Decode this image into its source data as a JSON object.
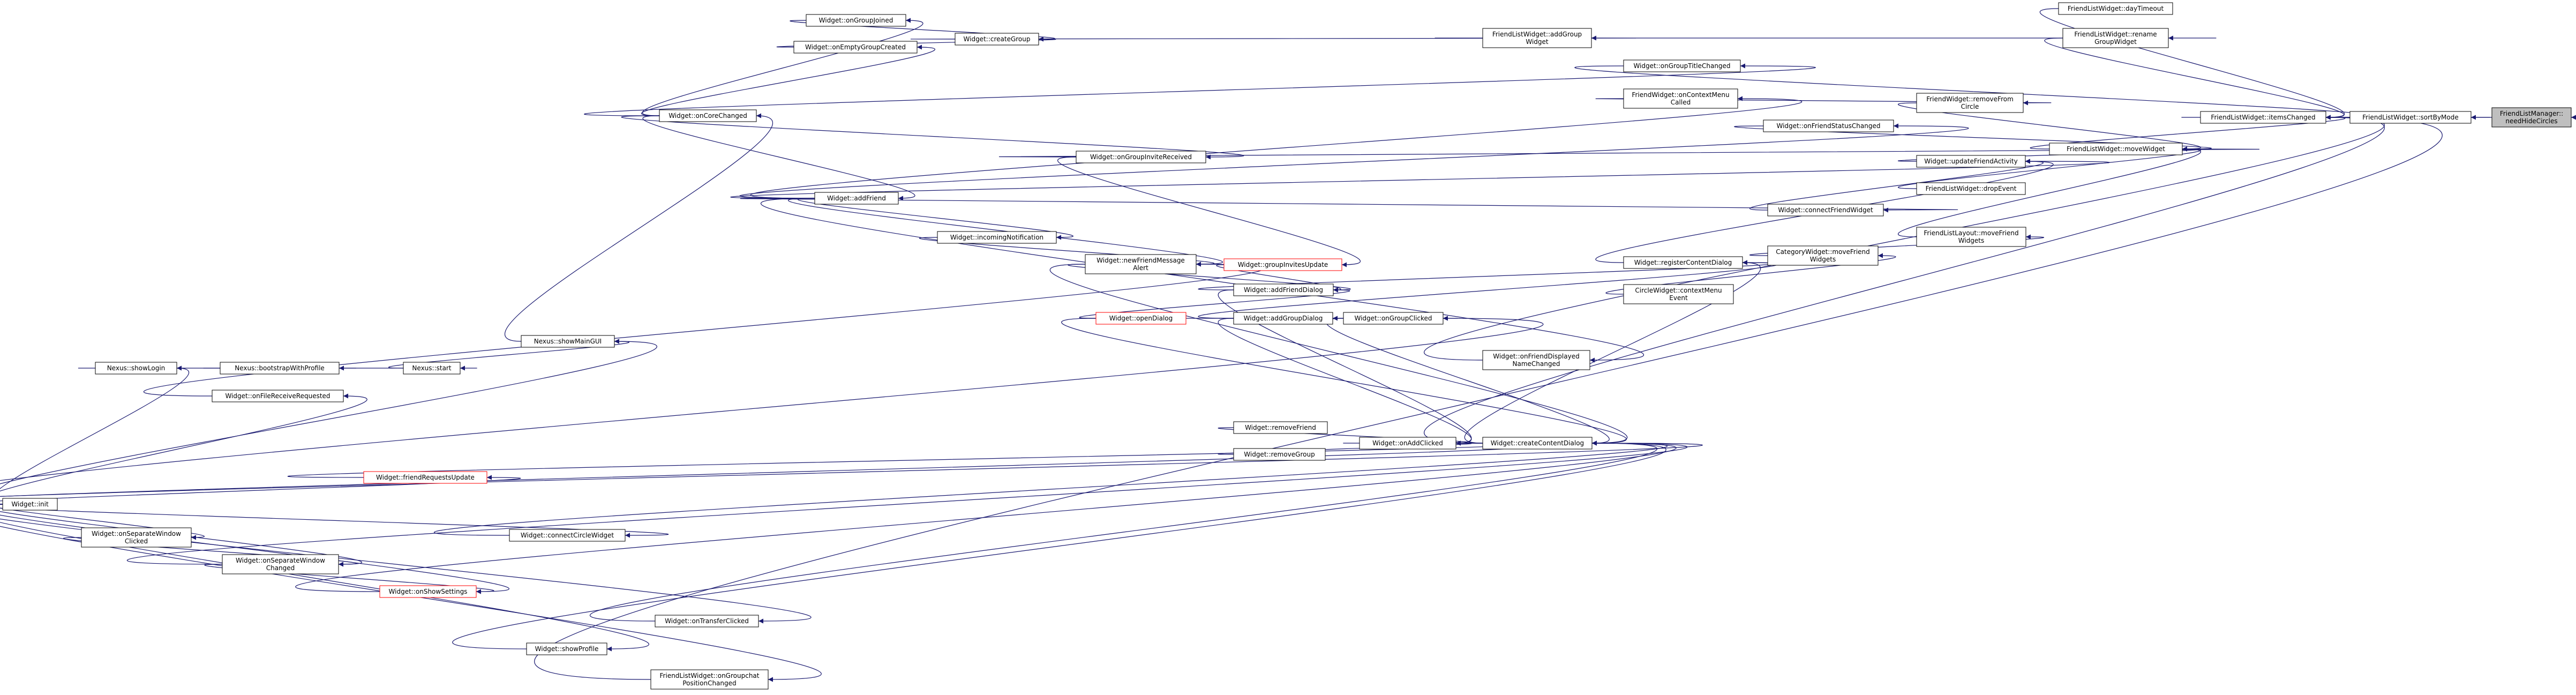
{
  "colors": {
    "edge": "#191970",
    "node_border": "#000000",
    "highlight_border": "#ff0000",
    "root_fill": "#bfbfbf",
    "background": "#ffffff"
  },
  "nodes": [
    {
      "id": "root",
      "lines": [
        "FriendListManager::",
        "needHideCircles"
      ],
      "kind": "root"
    },
    {
      "id": "sortByMode",
      "lines": [
        "FriendListWidget::sortByMode"
      ],
      "kind": "normal"
    },
    {
      "id": "itemsChanged",
      "lines": [
        "FriendListWidget::itemsChanged"
      ],
      "kind": "normal"
    },
    {
      "id": "dayTimeout",
      "lines": [
        "FriendListWidget::dayTimeout"
      ],
      "kind": "normal"
    },
    {
      "id": "renameGroupWidget",
      "lines": [
        "FriendListWidget::rename",
        "GroupWidget"
      ],
      "kind": "normal"
    },
    {
      "id": "moveWidget",
      "lines": [
        "FriendListWidget::moveWidget"
      ],
      "kind": "normal"
    },
    {
      "id": "removeFromCircle",
      "lines": [
        "FriendWidget::removeFrom",
        "Circle"
      ],
      "kind": "normal"
    },
    {
      "id": "onGroupTitleChanged",
      "lines": [
        "Widget::onGroupTitleChanged"
      ],
      "kind": "normal"
    },
    {
      "id": "flwAddGroupWidget",
      "lines": [
        "FriendListWidget::addGroup",
        "Widget"
      ],
      "kind": "normal"
    },
    {
      "id": "onContextMenuCalled",
      "lines": [
        "FriendWidget::onContextMenu",
        "Called"
      ],
      "kind": "normal"
    },
    {
      "id": "onFriendStatusChanged",
      "lines": [
        "Widget::onFriendStatusChanged"
      ],
      "kind": "normal"
    },
    {
      "id": "updateFriendActivity",
      "lines": [
        "Widget::updateFriendActivity"
      ],
      "kind": "normal"
    },
    {
      "id": "dropEvent",
      "lines": [
        "FriendListWidget::dropEvent"
      ],
      "kind": "normal"
    },
    {
      "id": "connectFriendWidget",
      "lines": [
        "Widget::connectFriendWidget"
      ],
      "kind": "normal"
    },
    {
      "id": "layoutMoveFriendWidgets",
      "lines": [
        "FriendListLayout::moveFriend",
        "Widgets"
      ],
      "kind": "normal"
    },
    {
      "id": "categoryMoveFriendWidgets",
      "lines": [
        "CategoryWidget::moveFriend",
        "Widgets"
      ],
      "kind": "normal"
    },
    {
      "id": "circleContextMenuEvent",
      "lines": [
        "CircleWidget::contextMenu",
        "Event"
      ],
      "kind": "normal"
    },
    {
      "id": "registerContentDialog",
      "lines": [
        "Widget::registerContentDialog"
      ],
      "kind": "normal"
    },
    {
      "id": "onFriendDisplayedNameChanged",
      "lines": [
        "Widget::onFriendDisplayed",
        "NameChanged"
      ],
      "kind": "normal"
    },
    {
      "id": "createContentDialog",
      "lines": [
        "Widget::createContentDialog"
      ],
      "kind": "normal"
    },
    {
      "id": "onGroupJoined",
      "lines": [
        "Widget::onGroupJoined"
      ],
      "kind": "normal"
    },
    {
      "id": "onEmptyGroupCreated",
      "lines": [
        "Widget::onEmptyGroupCreated"
      ],
      "kind": "normal"
    },
    {
      "id": "createGroup",
      "lines": [
        "Widget::createGroup"
      ],
      "kind": "normal"
    },
    {
      "id": "onCoreChanged",
      "lines": [
        "Widget::onCoreChanged"
      ],
      "kind": "normal"
    },
    {
      "id": "onGroupInviteReceived",
      "lines": [
        "Widget::onGroupInviteReceived"
      ],
      "kind": "normal"
    },
    {
      "id": "addFriend",
      "lines": [
        "Widget::addFriend"
      ],
      "kind": "normal"
    },
    {
      "id": "incomingNotification",
      "lines": [
        "Widget::incomingNotification"
      ],
      "kind": "normal"
    },
    {
      "id": "newFriendMessageAlert",
      "lines": [
        "Widget::newFriendMessage",
        "Alert"
      ],
      "kind": "normal"
    },
    {
      "id": "groupInvitesUpdate",
      "lines": [
        "Widget::groupInvitesUpdate"
      ],
      "kind": "red"
    },
    {
      "id": "addFriendDialog",
      "lines": [
        "Widget::addFriendDialog"
      ],
      "kind": "normal"
    },
    {
      "id": "openDialog",
      "lines": [
        "Widget::openDialog"
      ],
      "kind": "red"
    },
    {
      "id": "addGroupDialog",
      "lines": [
        "Widget::addGroupDialog"
      ],
      "kind": "normal"
    },
    {
      "id": "onGroupClicked",
      "lines": [
        "Widget::onGroupClicked"
      ],
      "kind": "normal"
    },
    {
      "id": "removeFriend",
      "lines": [
        "Widget::removeFriend"
      ],
      "kind": "normal"
    },
    {
      "id": "removeGroup",
      "lines": [
        "Widget::removeGroup"
      ],
      "kind": "normal"
    },
    {
      "id": "onAddClicked",
      "lines": [
        "Widget::onAddClicked"
      ],
      "kind": "normal"
    },
    {
      "id": "showMainGUI",
      "lines": [
        "Nexus::showMainGUI"
      ],
      "kind": "normal"
    },
    {
      "id": "nexusStart",
      "lines": [
        "Nexus::start"
      ],
      "kind": "normal"
    },
    {
      "id": "bootstrapWithProfile",
      "lines": [
        "Nexus::bootstrapWithProfile"
      ],
      "kind": "normal"
    },
    {
      "id": "showLogin",
      "lines": [
        "Nexus::showLogin"
      ],
      "kind": "normal"
    },
    {
      "id": "onFileReceiveRequested",
      "lines": [
        "Widget::onFileReceiveRequested"
      ],
      "kind": "normal"
    },
    {
      "id": "friendRequestsUpdate",
      "lines": [
        "Widget::friendRequestsUpdate"
      ],
      "kind": "red"
    },
    {
      "id": "connectCircleWidget",
      "lines": [
        "Widget::connectCircleWidget"
      ],
      "kind": "normal"
    },
    {
      "id": "onSeparateWindowClicked",
      "lines": [
        "Widget::onSeparateWindow",
        "Clicked"
      ],
      "kind": "normal"
    },
    {
      "id": "onSeparateWindowChanged",
      "lines": [
        "Widget::onSeparateWindow",
        "Changed"
      ],
      "kind": "normal"
    },
    {
      "id": "onShowSettings",
      "lines": [
        "Widget::onShowSettings"
      ],
      "kind": "red"
    },
    {
      "id": "onTransferClicked",
      "lines": [
        "Widget::onTransferClicked"
      ],
      "kind": "normal"
    },
    {
      "id": "showProfile",
      "lines": [
        "Widget::showProfile"
      ],
      "kind": "normal"
    },
    {
      "id": "onGroupchatPositionChanged",
      "lines": [
        "FriendListWidget::onGroupchat",
        "PositionChanged"
      ],
      "kind": "normal"
    },
    {
      "id": "init",
      "lines": [
        "Widget::init"
      ],
      "kind": "normal"
    }
  ],
  "edges": [
    [
      "root",
      "sortByMode"
    ],
    [
      "sortByMode",
      "itemsChanged"
    ],
    [
      "itemsChanged",
      "dayTimeout"
    ],
    [
      "itemsChanged",
      "renameGroupWidget"
    ],
    [
      "itemsChanged",
      "moveWidget"
    ],
    [
      "itemsChanged",
      "onGroupTitleChanged"
    ],
    [
      "itemsChanged",
      "onFriendDisplayedNameChanged"
    ],
    [
      "itemsChanged",
      "createContentDialog"
    ],
    [
      "itemsChanged",
      "onGroupchatPositionChanged"
    ],
    [
      "moveWidget",
      "removeFromCircle"
    ],
    [
      "moveWidget",
      "onFriendStatusChanged"
    ],
    [
      "moveWidget",
      "updateFriendActivity"
    ],
    [
      "moveWidget",
      "dropEvent"
    ],
    [
      "moveWidget",
      "layoutMoveFriendWidgets"
    ],
    [
      "moveWidget",
      "onGroupInviteReceived"
    ],
    [
      "removeFromCircle",
      "onContextMenuCalled"
    ],
    [
      "renameGroupWidget",
      "flwAddGroupWidget"
    ],
    [
      "flwAddGroupWidget",
      "createGroup"
    ],
    [
      "onGroupTitleChanged",
      "onCoreChanged"
    ],
    [
      "onContextMenuCalled",
      "addFriend"
    ],
    [
      "onFriendStatusChanged",
      "addFriend"
    ],
    [
      "updateFriendActivity",
      "addFriend"
    ],
    [
      "updateFriendActivity",
      "connectFriendWidget"
    ],
    [
      "updateFriendActivity",
      "registerContentDialog"
    ],
    [
      "connectFriendWidget",
      "addFriend"
    ],
    [
      "layoutMoveFriendWidgets",
      "categoryMoveFriendWidgets"
    ],
    [
      "categoryMoveFriendWidgets",
      "circleContextMenuEvent"
    ],
    [
      "registerContentDialog",
      "createContentDialog"
    ],
    [
      "registerContentDialog",
      "addFriendDialog"
    ],
    [
      "registerContentDialog",
      "addGroupDialog"
    ],
    [
      "onFriendDisplayedNameChanged",
      "addFriend"
    ],
    [
      "createContentDialog",
      "onAddClicked"
    ],
    [
      "createContentDialog",
      "onGroupClicked"
    ],
    [
      "createContentDialog",
      "newFriendMessageAlert"
    ],
    [
      "createContentDialog",
      "openDialog"
    ],
    [
      "createContentDialog",
      "connectCircleWidget"
    ],
    [
      "createContentDialog",
      "onSeparateWindowChanged"
    ],
    [
      "createContentDialog",
      "onShowSettings"
    ],
    [
      "createContentDialog",
      "onTransferClicked"
    ],
    [
      "createContentDialog",
      "showProfile"
    ],
    [
      "createContentDialog",
      "init"
    ],
    [
      "createGroup",
      "onGroupJoined"
    ],
    [
      "createGroup",
      "onEmptyGroupCreated"
    ],
    [
      "onGroupJoined",
      "onCoreChanged"
    ],
    [
      "onEmptyGroupCreated",
      "onCoreChanged"
    ],
    [
      "onCoreChanged",
      "showMainGUI"
    ],
    [
      "addFriend",
      "onCoreChanged"
    ],
    [
      "onGroupInviteReceived",
      "onCoreChanged"
    ],
    [
      "incomingNotification",
      "addFriend"
    ],
    [
      "newFriendMessageAlert",
      "addFriend"
    ],
    [
      "newFriendMessageAlert",
      "incomingNotification"
    ],
    [
      "newFriendMessageAlert",
      "onFileReceiveRequested"
    ],
    [
      "groupInvitesUpdate",
      "onGroupInviteReceived"
    ],
    [
      "addFriendDialog",
      "newFriendMessageAlert"
    ],
    [
      "addFriendDialog",
      "openDialog"
    ],
    [
      "addFriendDialog",
      "groupInvitesUpdate"
    ],
    [
      "addGroupDialog",
      "openDialog"
    ],
    [
      "onGroupClicked",
      "addGroupDialog"
    ],
    [
      "onGroupClicked",
      "init"
    ],
    [
      "onAddClicked",
      "removeFriend"
    ],
    [
      "onAddClicked",
      "removeGroup"
    ],
    [
      "onAddClicked",
      "addFriendDialog"
    ],
    [
      "onAddClicked",
      "addGroupDialog"
    ],
    [
      "onAddClicked",
      "friendRequestsUpdate"
    ],
    [
      "onAddClicked",
      "init"
    ],
    [
      "showMainGUI",
      "nexusStart"
    ],
    [
      "showMainGUI",
      "init"
    ],
    [
      "nexusStart",
      "bootstrapWithProfile"
    ],
    [
      "bootstrapWithProfile",
      "showLogin"
    ],
    [
      "showLogin",
      "init"
    ],
    [
      "onFileReceiveRequested",
      "init"
    ],
    [
      "friendRequestsUpdate",
      "init"
    ],
    [
      "connectCircleWidget",
      "init"
    ],
    [
      "onSeparateWindowClicked",
      "init"
    ],
    [
      "onSeparateWindowChanged",
      "onSeparateWindowClicked"
    ],
    [
      "onSeparateWindowChanged",
      "init"
    ],
    [
      "onShowSettings",
      "onSeparateWindowChanged"
    ],
    [
      "onShowSettings",
      "init"
    ],
    [
      "onTransferClicked",
      "init"
    ],
    [
      "showProfile",
      "init"
    ],
    [
      "onGroupchatPositionChanged",
      "init"
    ]
  ]
}
